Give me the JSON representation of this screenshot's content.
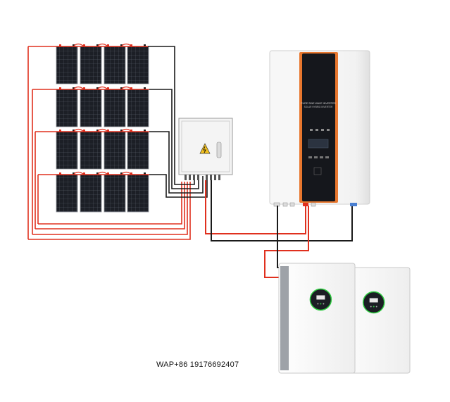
{
  "contact": {
    "text": "WAP+86 19176692407"
  },
  "inverter": {
    "label_line1": "PURE SINE WAVE INVERTER",
    "label_line2": "SOLAR HYBRID INVERTER"
  },
  "colors": {
    "wire_positive": "#e0301e",
    "wire_negative": "#1a1a1a",
    "panel_cell": "#1c1f26",
    "inverter_accent": "#e8772e",
    "battery_display": "#1b1e24",
    "battery_ring": "#2ecc40"
  },
  "icons": {
    "warning": "high-voltage-warning-icon",
    "battery_display": "battery-display-icon"
  }
}
